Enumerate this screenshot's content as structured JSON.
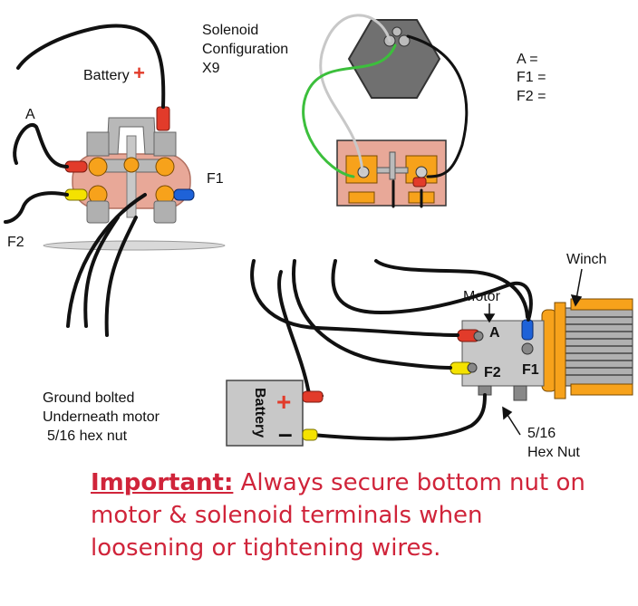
{
  "labels": {
    "battery_top": "Battery",
    "plus_top": "+",
    "terminal_a": "A",
    "terminal_f1": "F1",
    "terminal_f2": "F2",
    "config_line1": "Solenoid",
    "config_line2": "Configuration",
    "config_line3": "X9",
    "legend_a": "A =",
    "legend_f1": "F1 =",
    "legend_f2": "F2 =",
    "winch": "Winch",
    "motor": "Motor",
    "motor_a": "A",
    "motor_f1": "F1",
    "motor_f2": "F2",
    "battery_box": "Battery",
    "battery_plus": "+",
    "battery_minus": "–",
    "ground_line1": "Ground bolted",
    "ground_line2": "Underneath motor",
    "ground_line3": "5/16 hex nut",
    "hexnut_line1": "5/16",
    "hexnut_line2": "Hex Nut"
  },
  "note": {
    "important": "Important:",
    "text_line1": " Always secure bottom nut on",
    "text_line2": "motor & solenoid terminals when",
    "text_line3": "loosening or tightening wires."
  },
  "colors": {
    "wire": "#111111",
    "orange": "#f7a21b",
    "solenoid_body": "#e8a898",
    "metal_gray": "#a8a8a8",
    "red_cap": "#e23b2a",
    "yellow_cap": "#f4e200",
    "blue_cap": "#1e62d8",
    "green_wire": "#3cbf3c",
    "white_wire": "#c8c8c8",
    "hex_gray": "#707070",
    "note_red": "#d0243a"
  }
}
